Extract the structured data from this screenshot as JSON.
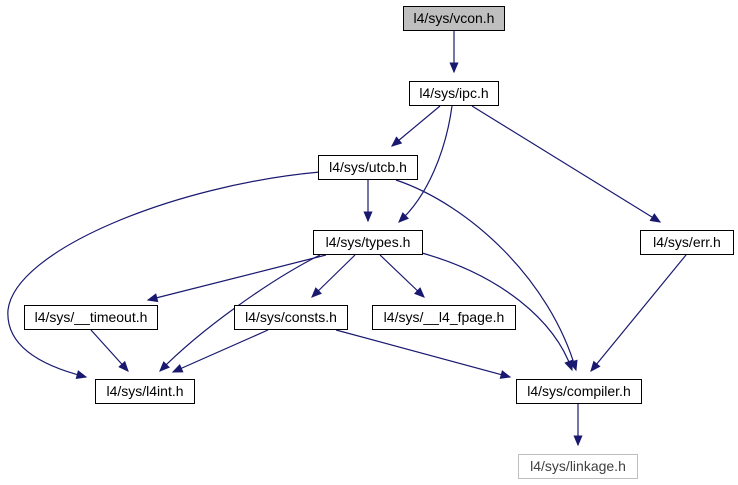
{
  "diagram": {
    "nodes": {
      "vcon": "l4/sys/vcon.h",
      "ipc": "l4/sys/ipc.h",
      "utcb": "l4/sys/utcb.h",
      "types": "l4/sys/types.h",
      "err": "l4/sys/err.h",
      "timeout": "l4/sys/__timeout.h",
      "consts": "l4/sys/consts.h",
      "fpage": "l4/sys/__l4_fpage.h",
      "l4int": "l4/sys/l4int.h",
      "compiler": "l4/sys/compiler.h",
      "linkage": "l4/sys/linkage.h"
    },
    "edges": [
      [
        "vcon",
        "ipc"
      ],
      [
        "ipc",
        "utcb"
      ],
      [
        "ipc",
        "types"
      ],
      [
        "ipc",
        "err"
      ],
      [
        "utcb",
        "types"
      ],
      [
        "utcb",
        "l4int"
      ],
      [
        "utcb",
        "compiler"
      ],
      [
        "types",
        "timeout"
      ],
      [
        "types",
        "consts"
      ],
      [
        "types",
        "fpage"
      ],
      [
        "types",
        "l4int"
      ],
      [
        "types",
        "compiler"
      ],
      [
        "timeout",
        "l4int"
      ],
      [
        "consts",
        "l4int"
      ],
      [
        "consts",
        "compiler"
      ],
      [
        "err",
        "compiler"
      ],
      [
        "compiler",
        "linkage"
      ]
    ],
    "colors": {
      "edge": "#191970",
      "root_fill": "#bfbfbf",
      "external_border": "#bfbfbf"
    }
  }
}
